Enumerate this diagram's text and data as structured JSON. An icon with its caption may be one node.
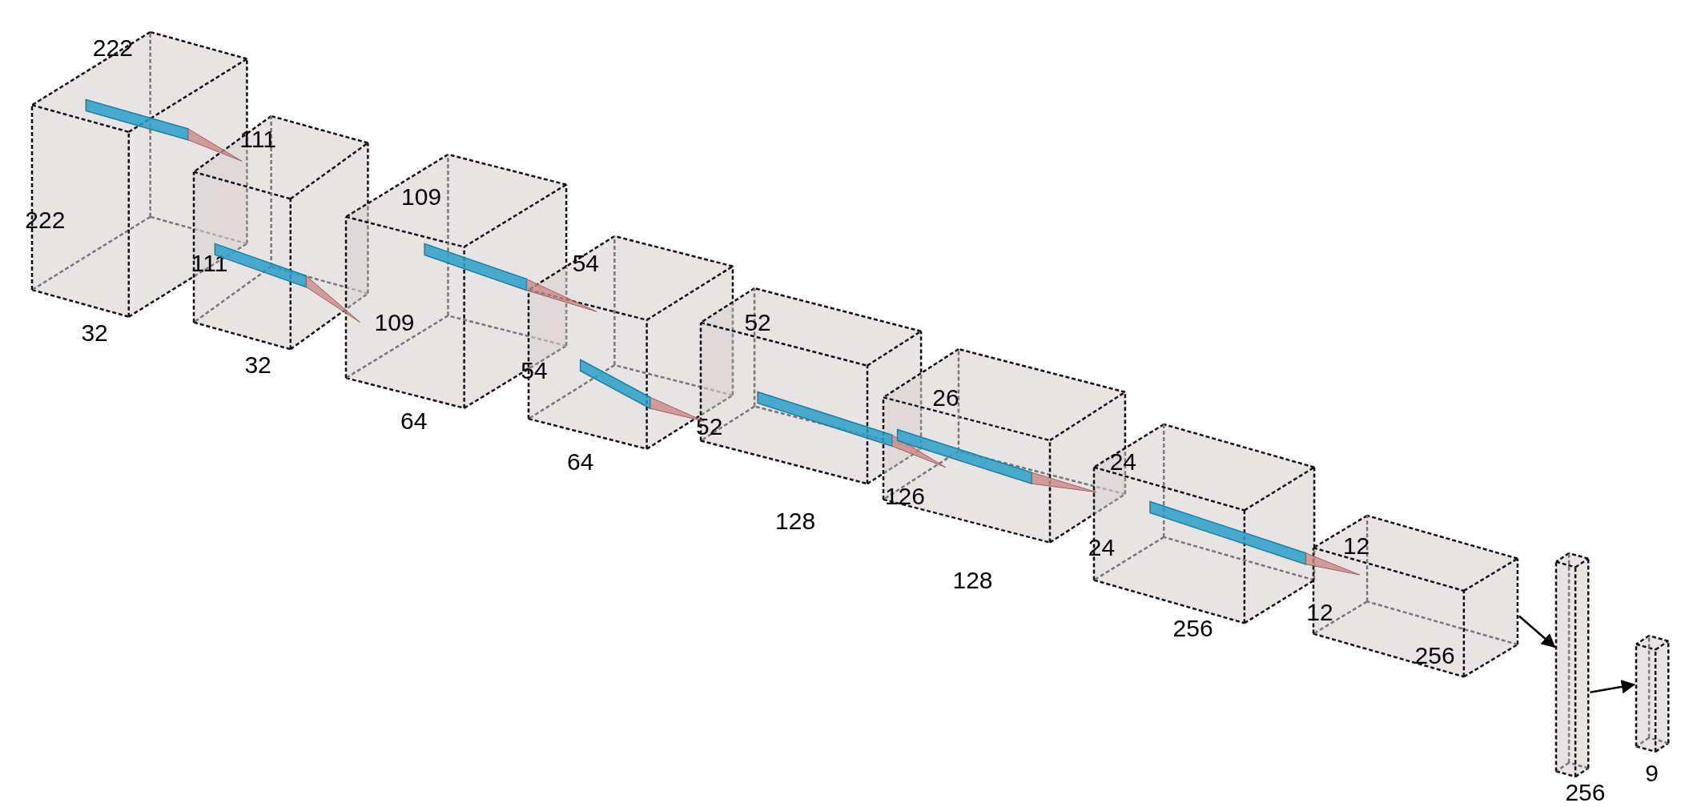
{
  "diagram": {
    "nodes": [
      {
        "text": [
          "222",
          "222",
          "32"
        ]
      },
      {
        "text": [
          "111",
          "111",
          "32"
        ]
      },
      {
        "text": [
          "109",
          "109",
          "64"
        ]
      },
      {
        "text": [
          "54",
          "54",
          "64"
        ]
      },
      {
        "text": [
          "52",
          "52",
          "128"
        ]
      },
      {
        "text": [
          "26",
          "126",
          "128"
        ]
      },
      {
        "text": [
          "24",
          "24",
          "256"
        ]
      },
      {
        "text": [
          "12",
          "12",
          "256"
        ]
      },
      {
        "text": [
          "256"
        ]
      },
      {
        "text": [
          "9"
        ]
      }
    ],
    "edges": [
      {
        "from": 7,
        "to": 8,
        "arrow": "to"
      },
      {
        "from": 8,
        "to": 9,
        "arrow": "to"
      }
    ]
  }
}
